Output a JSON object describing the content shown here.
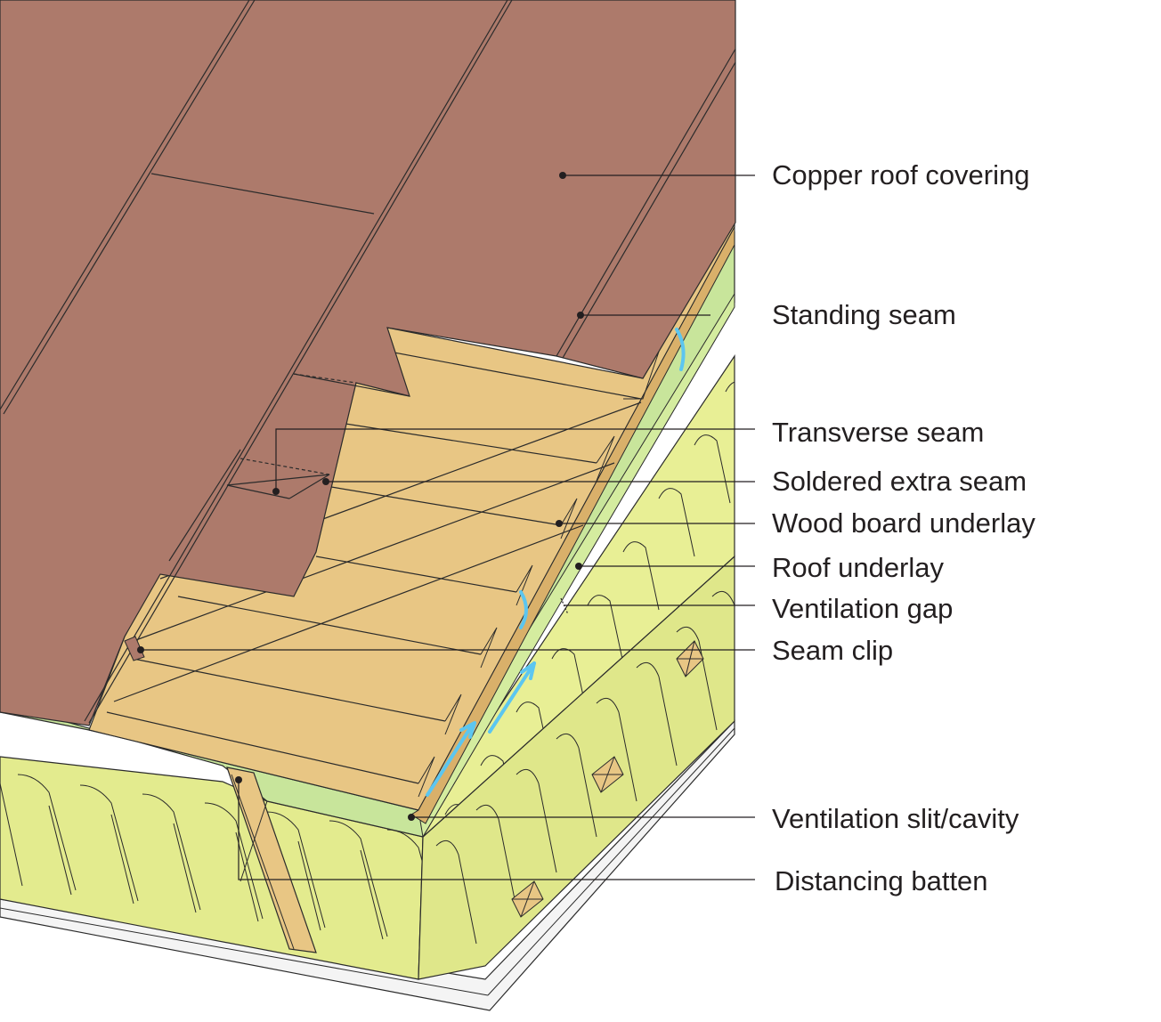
{
  "labels": {
    "copper": "Copper roof covering",
    "standing": "Standing seam",
    "transverse": "Transverse seam",
    "soldered": "Soldered extra seam",
    "woodboard": "Wood board underlay",
    "underlay": "Roof underlay",
    "ventgap": "Ventilation gap",
    "clip": "Seam clip",
    "slit": "Ventilation slit/cavity",
    "batten": "Distancing batten"
  },
  "colors": {
    "copper": "#ad7a6b",
    "wood": "#e8c684",
    "wood_dark": "#d9b06a",
    "underlay_green": "#c8e59b",
    "insulation": "#e3eb8e",
    "insulation_light": "#eef3a6",
    "airflow": "#5cc6f0"
  }
}
